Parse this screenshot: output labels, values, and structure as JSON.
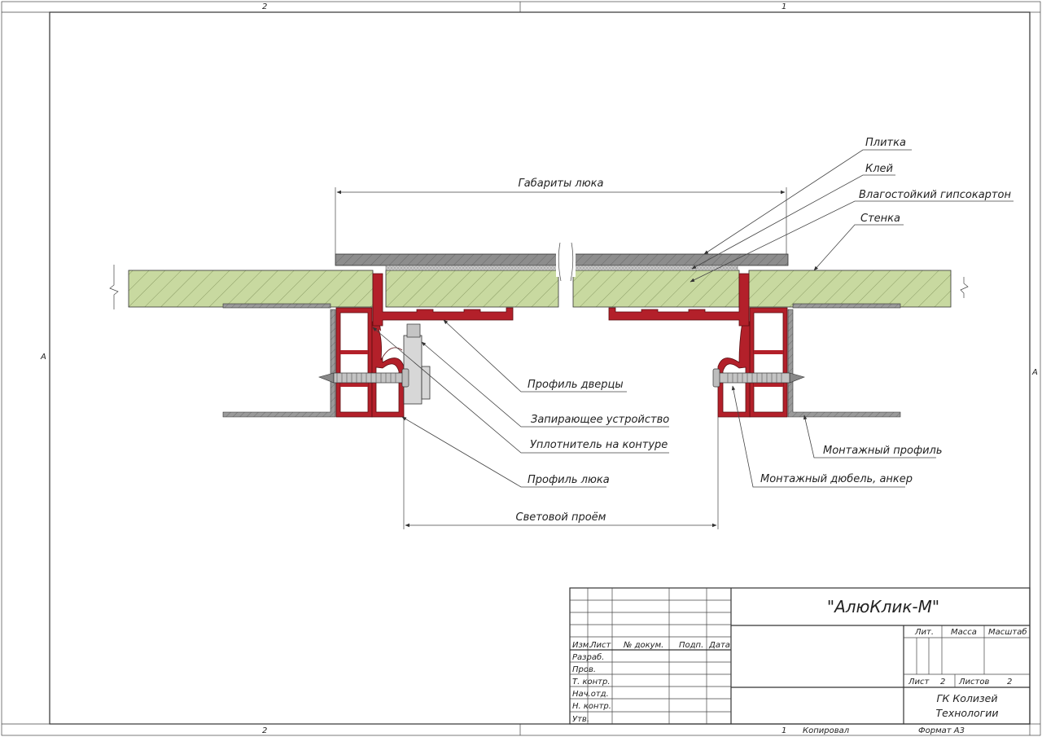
{
  "border": {
    "zone_top_left": "2",
    "zone_top_right": "1",
    "zone_bottom_left": "2",
    "zone_bottom_right": "1",
    "zone_side_left": "A",
    "zone_side_right": "A"
  },
  "callouts": {
    "tile": "Плитка",
    "glue": "Клей",
    "drywall": "Влагостойкий гипсокартон",
    "wall": "Стенка",
    "door_profile": "Профиль дверцы",
    "lock": "Запирающее устройство",
    "seal": "Уплотнитель на контуре",
    "hatch_profile": "Профиль люка",
    "mount_profile": "Монтажный профиль",
    "anchor": "Монтажный дюбель, анкер"
  },
  "dimensions": {
    "overall": "Габариты люка",
    "opening": "Световой проём"
  },
  "title_block": {
    "product": "\"АлюКлик-М\"",
    "col_izm": "Изм.",
    "col_list": "Лист",
    "col_doc": "№ докум.",
    "col_sign": "Подп.",
    "col_date": "Дата",
    "row_razrab": "Разраб.",
    "row_prov": "Пров.",
    "row_tkontr": "Т. контр.",
    "row_nachotd": "Нач.отд.",
    "row_nkontr": "Н. контр.",
    "row_utv": "Утв.",
    "lit": "Лит.",
    "mass": "Масса",
    "scale": "Масштаб",
    "sheet_label": "Лист",
    "sheet_value": "2",
    "sheets_label": "Листов",
    "sheets_value": "2",
    "org_line1": "ГК Колизей",
    "org_line2": "Технологии",
    "copied": "Копировал",
    "format": "Формат А3",
    "bottom_num": "1"
  },
  "colors": {
    "profile_red": "#b3202a",
    "drywall_green": "#c8d9a0",
    "tile_gray": "#8d8d8d",
    "wall_gray": "#9a9a9a",
    "metal_light": "#d7d7d7"
  }
}
